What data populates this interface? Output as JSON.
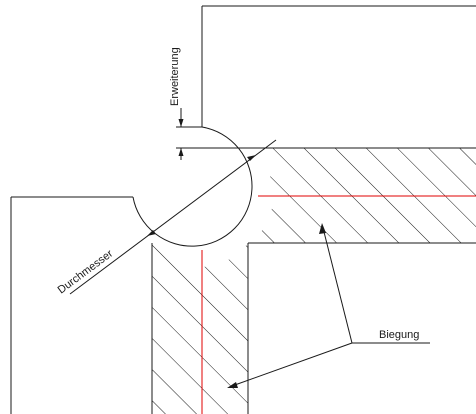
{
  "labels": {
    "expansion": "Erweiterung",
    "diameter": "Durchmesser",
    "bend": "Biegung"
  },
  "colors": {
    "outline": "#1a1a1a",
    "centerline": "#e00000",
    "background": "#ffffff"
  }
}
